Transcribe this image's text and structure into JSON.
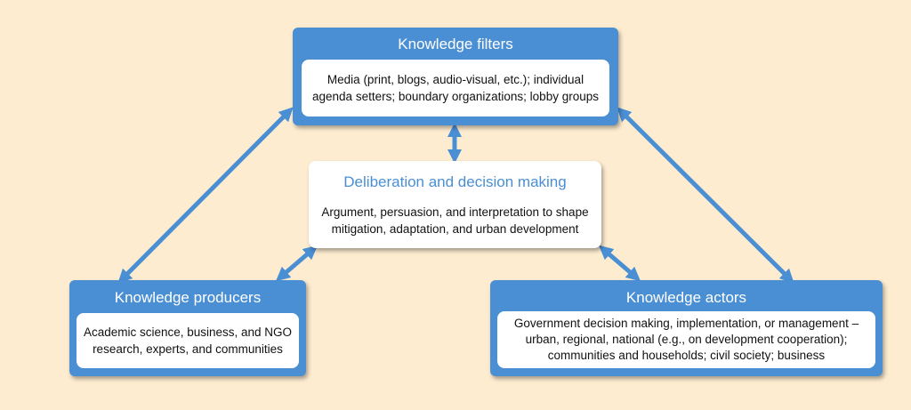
{
  "diagram": {
    "filters": {
      "title": "Knowledge filters",
      "line1": "Media (print, blogs, audio-visual, etc.); individual",
      "line2": "agenda setters; boundary organizations; lobby groups"
    },
    "center": {
      "title": "Deliberation and decision making",
      "line1": "Argument, persuasion, and interpretation to shape",
      "line2": "mitigation, adaptation, and urban development"
    },
    "producers": {
      "title": "Knowledge producers",
      "line1": "Academic science, business, and NGO",
      "line2": "research, experts, and communities"
    },
    "actors": {
      "title": "Knowledge actors",
      "line1": "Government decision making, implementation, or management –",
      "line2": "urban, regional, national (e.g., on development cooperation);",
      "line3": "communities and households; civil society; business"
    }
  },
  "colors": {
    "background": "#fdecd0",
    "box_blue": "#4a8fd4",
    "arrow_blue": "#4a8fd4",
    "center_title": "#4a8fd4"
  }
}
